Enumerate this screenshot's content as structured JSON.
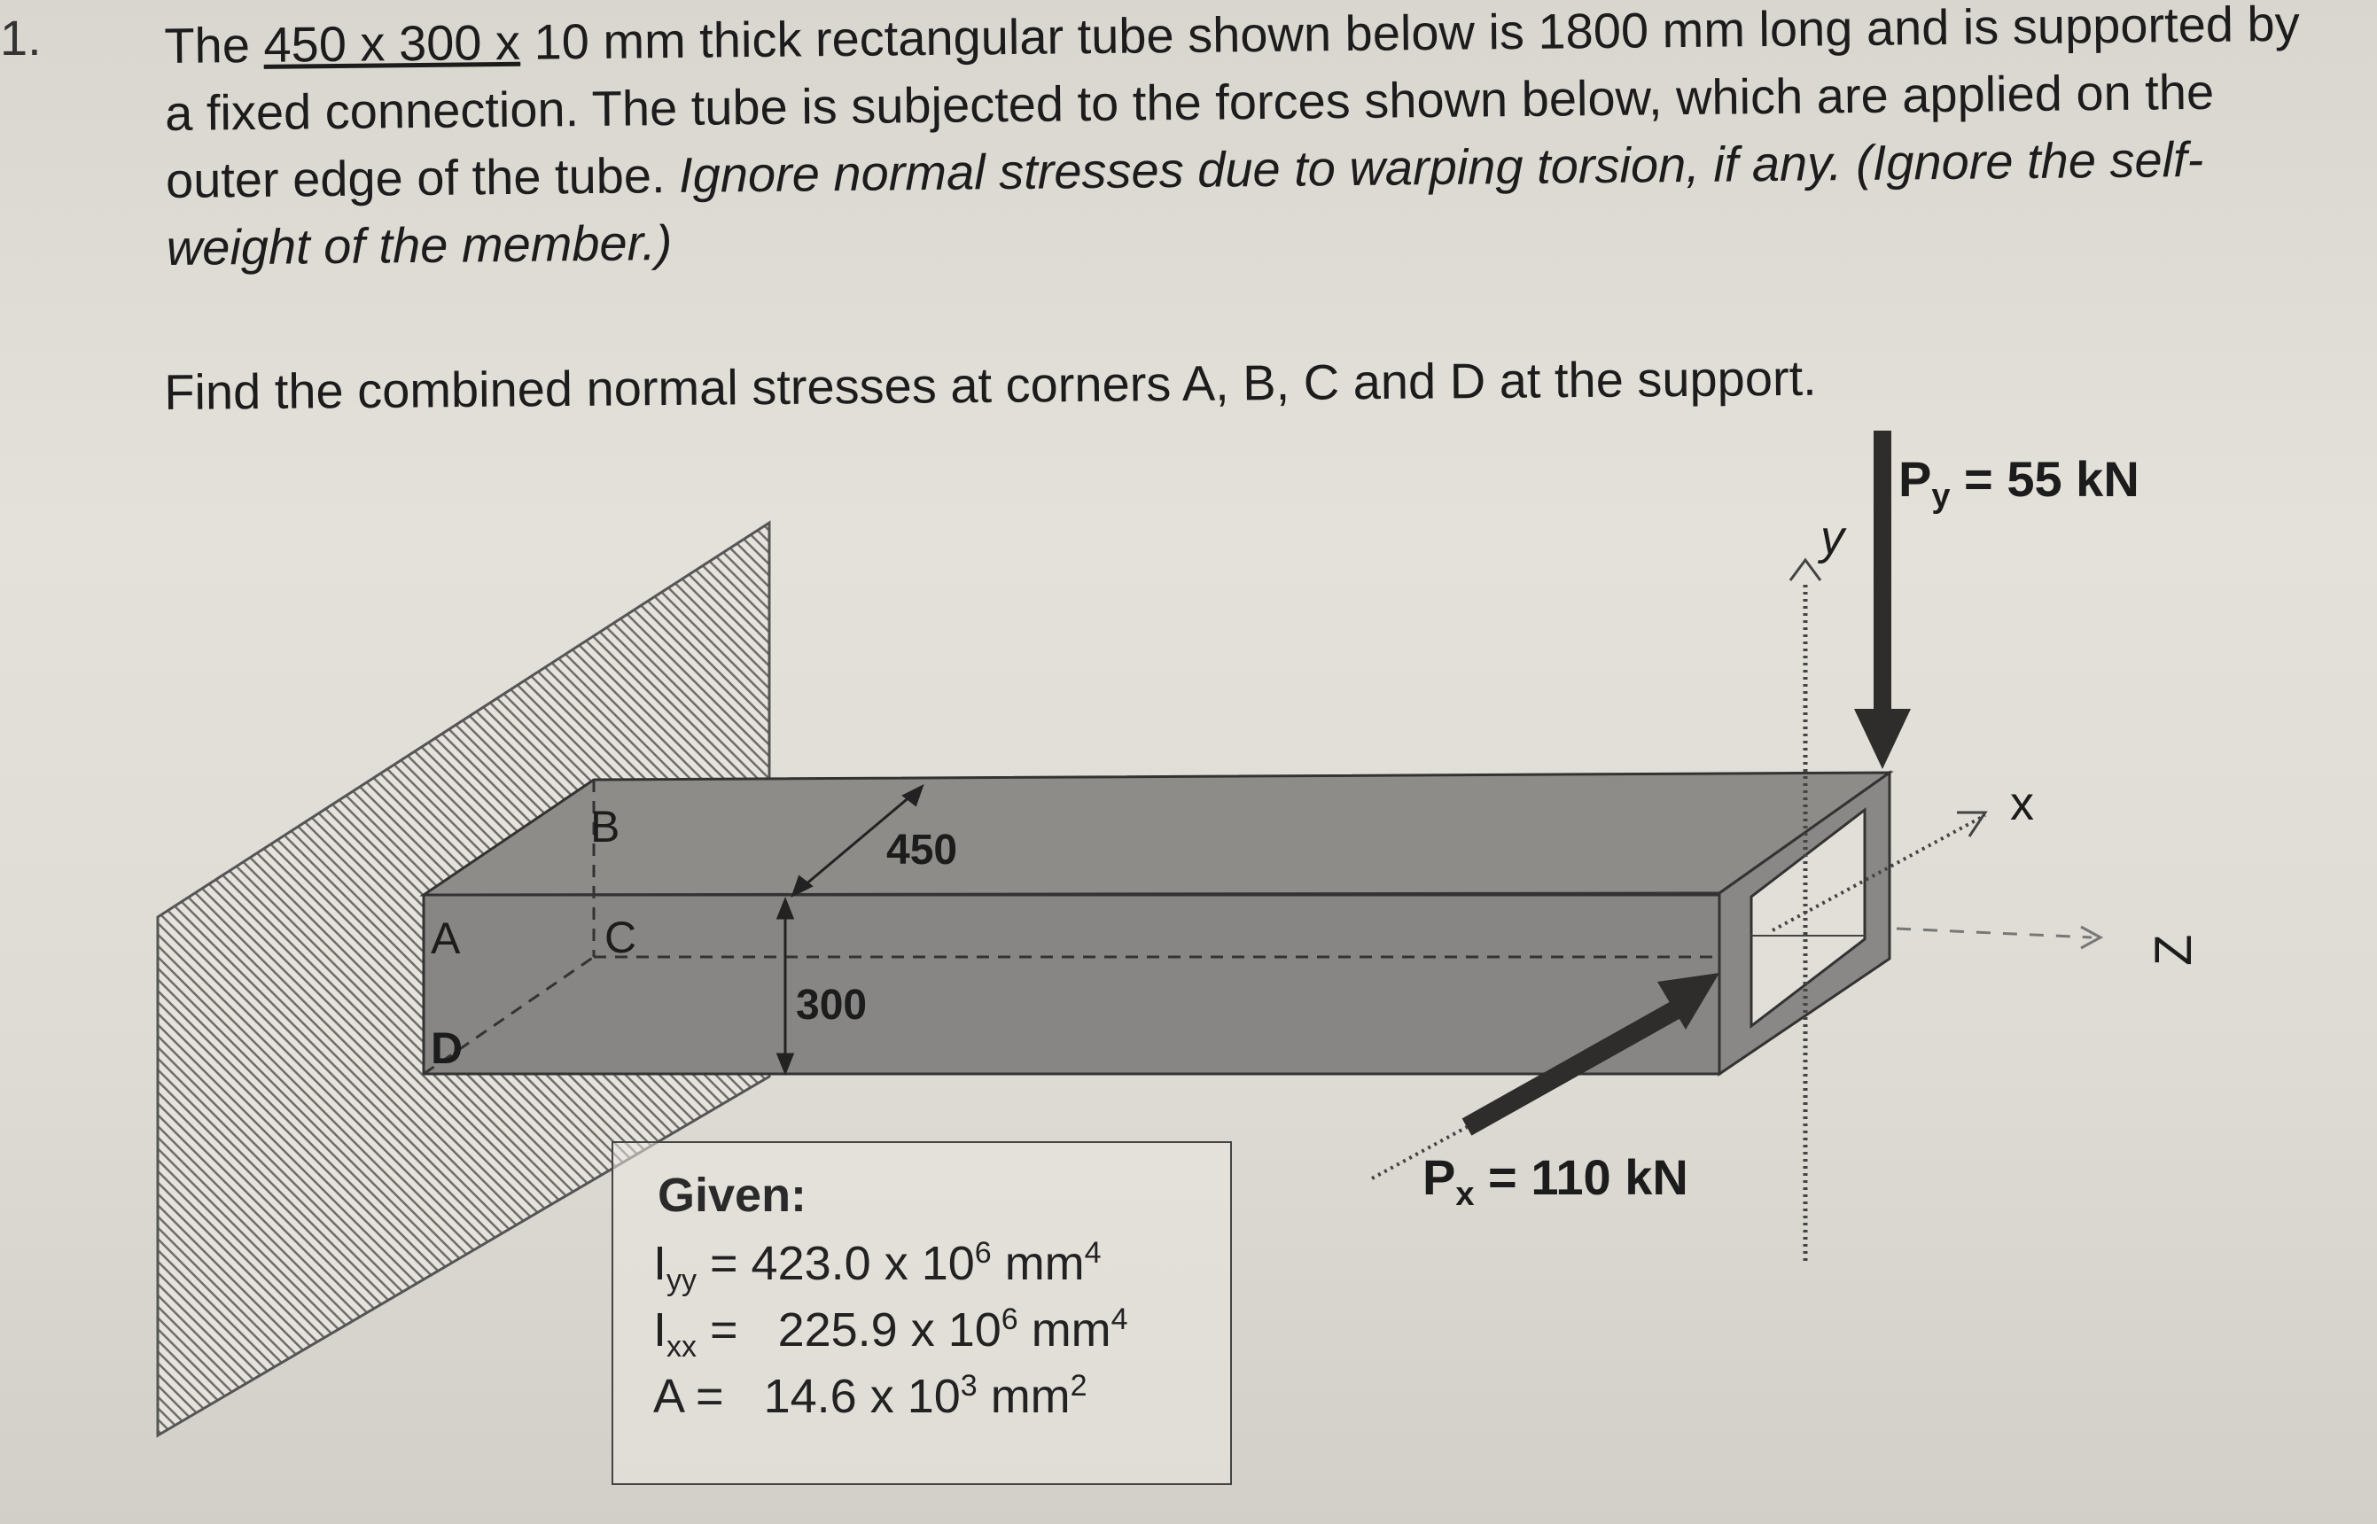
{
  "problem": {
    "number": "1.",
    "seg1": "The ",
    "dims": "450 x 300 x",
    "seg2": " 10 mm thick rectangular tube shown below is 1800 mm long and is supported by a fixed connection. The tube is subjected to the forces shown below, which are applied on the outer edge of the tube. ",
    "italic": "Ignore normal stresses due to warping torsion, if any. (Ignore the self-weight of the member.)"
  },
  "task": "Find the combined normal stresses at corners A, B, C and D at the support.",
  "diagram": {
    "corner_a": "A",
    "corner_b": "B",
    "corner_c": "C",
    "corner_d": "D",
    "dim_width": "450",
    "dim_height": "300",
    "axis_y": "y",
    "axis_x": "x",
    "axis_z": "Z",
    "py_label": "P",
    "py_sub": "y",
    "py_value": " = 55 kN",
    "px_label": "P",
    "px_sub": "x",
    "px_value": " = 110 kN"
  },
  "given": {
    "title": "Given:",
    "iyy_label": "I",
    "iyy_sub": "yy",
    "iyy_value": " = 423.0 x 10",
    "iyy_exp": "6",
    "iyy_unit": " mm",
    "iyy_unit_exp": "4",
    "ixx_label": "I",
    "ixx_sub": "xx",
    "ixx_value": " =   225.9 x 10",
    "ixx_exp": "6",
    "ixx_unit": " mm",
    "ixx_unit_exp": "4",
    "a_label": "A =   14.6 x 10",
    "a_exp": "3",
    "a_unit": " mm",
    "a_unit_exp": "2"
  },
  "colors": {
    "tube_front": "#8a8886",
    "tube_top": "#8f8d8a",
    "arrow": "#2e2d2c",
    "hatch": "#7a7875"
  }
}
